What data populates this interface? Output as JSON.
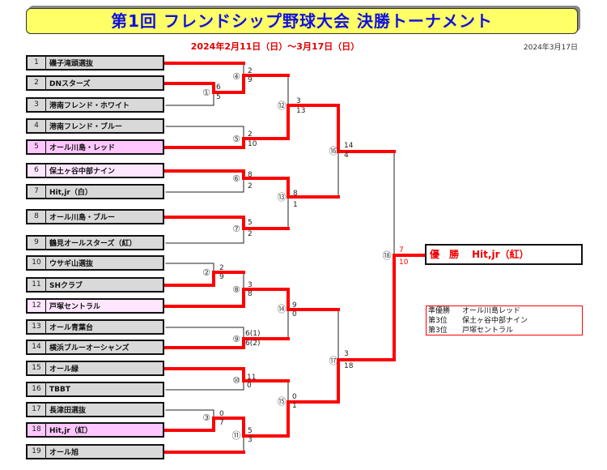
{
  "header": {
    "title": "第1回 フレンドシップ野球大会 決勝トーナメント",
    "period": "2024年2月11日（日）～3月17日（日）",
    "date": "2024年3月17日"
  },
  "teams": [
    {
      "num": "1",
      "name": "磯子滝頭選抜",
      "style": "gray"
    },
    {
      "num": "2",
      "name": "DNスターズ",
      "style": "gray"
    },
    {
      "num": "3",
      "name": "港南フレンド・ホワイト",
      "style": "gray"
    },
    {
      "num": "4",
      "name": "港南フレンド・ブルー",
      "style": "gray"
    },
    {
      "num": "5",
      "name": "オール川島・レッド",
      "style": "pink"
    },
    {
      "num": "6",
      "name": "保土ヶ谷中部ナイン",
      "style": "light"
    },
    {
      "num": "7",
      "name": "Hit,jr（白）",
      "style": "gray"
    },
    {
      "num": "8",
      "name": "オール川島・ブルー",
      "style": "gray"
    },
    {
      "num": "9",
      "name": "鶴見オールスターズ（紅）",
      "style": "gray"
    },
    {
      "num": "10",
      "name": "ウサギ山選抜",
      "style": "gray"
    },
    {
      "num": "11",
      "name": "SHクラブ",
      "style": "gray"
    },
    {
      "num": "12",
      "name": "戸塚セントラル",
      "style": "light"
    },
    {
      "num": "13",
      "name": "オール青葉台",
      "style": "gray"
    },
    {
      "num": "14",
      "name": "横浜ブルーオーシャンズ",
      "style": "gray"
    },
    {
      "num": "15",
      "name": "オール緑",
      "style": "gray"
    },
    {
      "num": "16",
      "name": "TBBT",
      "style": "gray"
    },
    {
      "num": "17",
      "name": "長津田選抜",
      "style": "gray"
    },
    {
      "num": "18",
      "name": "Hit,jr（紅）",
      "style": "pink"
    },
    {
      "num": "19",
      "name": "オール旭",
      "style": "gray"
    }
  ],
  "matches": [
    {
      "id": "①",
      "top": "6",
      "bottom": "5"
    },
    {
      "id": "②",
      "top": "2",
      "bottom": "9"
    },
    {
      "id": "③",
      "top": "0",
      "bottom": "7"
    },
    {
      "id": "④",
      "top": "2",
      "bottom": "9"
    },
    {
      "id": "⑤",
      "top": "2",
      "bottom": "10"
    },
    {
      "id": "⑥",
      "top": "8",
      "bottom": "2"
    },
    {
      "id": "⑦",
      "top": "5",
      "bottom": "2"
    },
    {
      "id": "⑧",
      "top": "3",
      "bottom": "8"
    },
    {
      "id": "⑨",
      "top": "6(1)",
      "bottom": "6(2)"
    },
    {
      "id": "⑩",
      "top": "11",
      "bottom": "0"
    },
    {
      "id": "⑪",
      "top": "5",
      "bottom": "3"
    },
    {
      "id": "⑫",
      "top": "3",
      "bottom": "13"
    },
    {
      "id": "⑬",
      "top": "8",
      "bottom": "1"
    },
    {
      "id": "⑭",
      "top": "9",
      "bottom": "0"
    },
    {
      "id": "⑮",
      "top": "0",
      "bottom": "1"
    },
    {
      "id": "⑯",
      "top": "14",
      "bottom": "4"
    },
    {
      "id": "⑰",
      "top": "3",
      "bottom": "18"
    },
    {
      "id": "⑱",
      "top": "7",
      "bottom": "10"
    }
  ],
  "champion": {
    "label": "優　勝",
    "team": "Hit,jr（紅）"
  },
  "results": [
    {
      "label": "準優勝",
      "team": "オール川島レッド"
    },
    {
      "label": "第3位",
      "team": "保土ヶ谷中部ナイン"
    },
    {
      "label": "第3位",
      "team": "戸塚セントラル"
    }
  ],
  "colors": {
    "winner_line": "#ff0000",
    "line": "#222222",
    "title_bg": "#ffff66",
    "title_text": "#1010e0"
  }
}
